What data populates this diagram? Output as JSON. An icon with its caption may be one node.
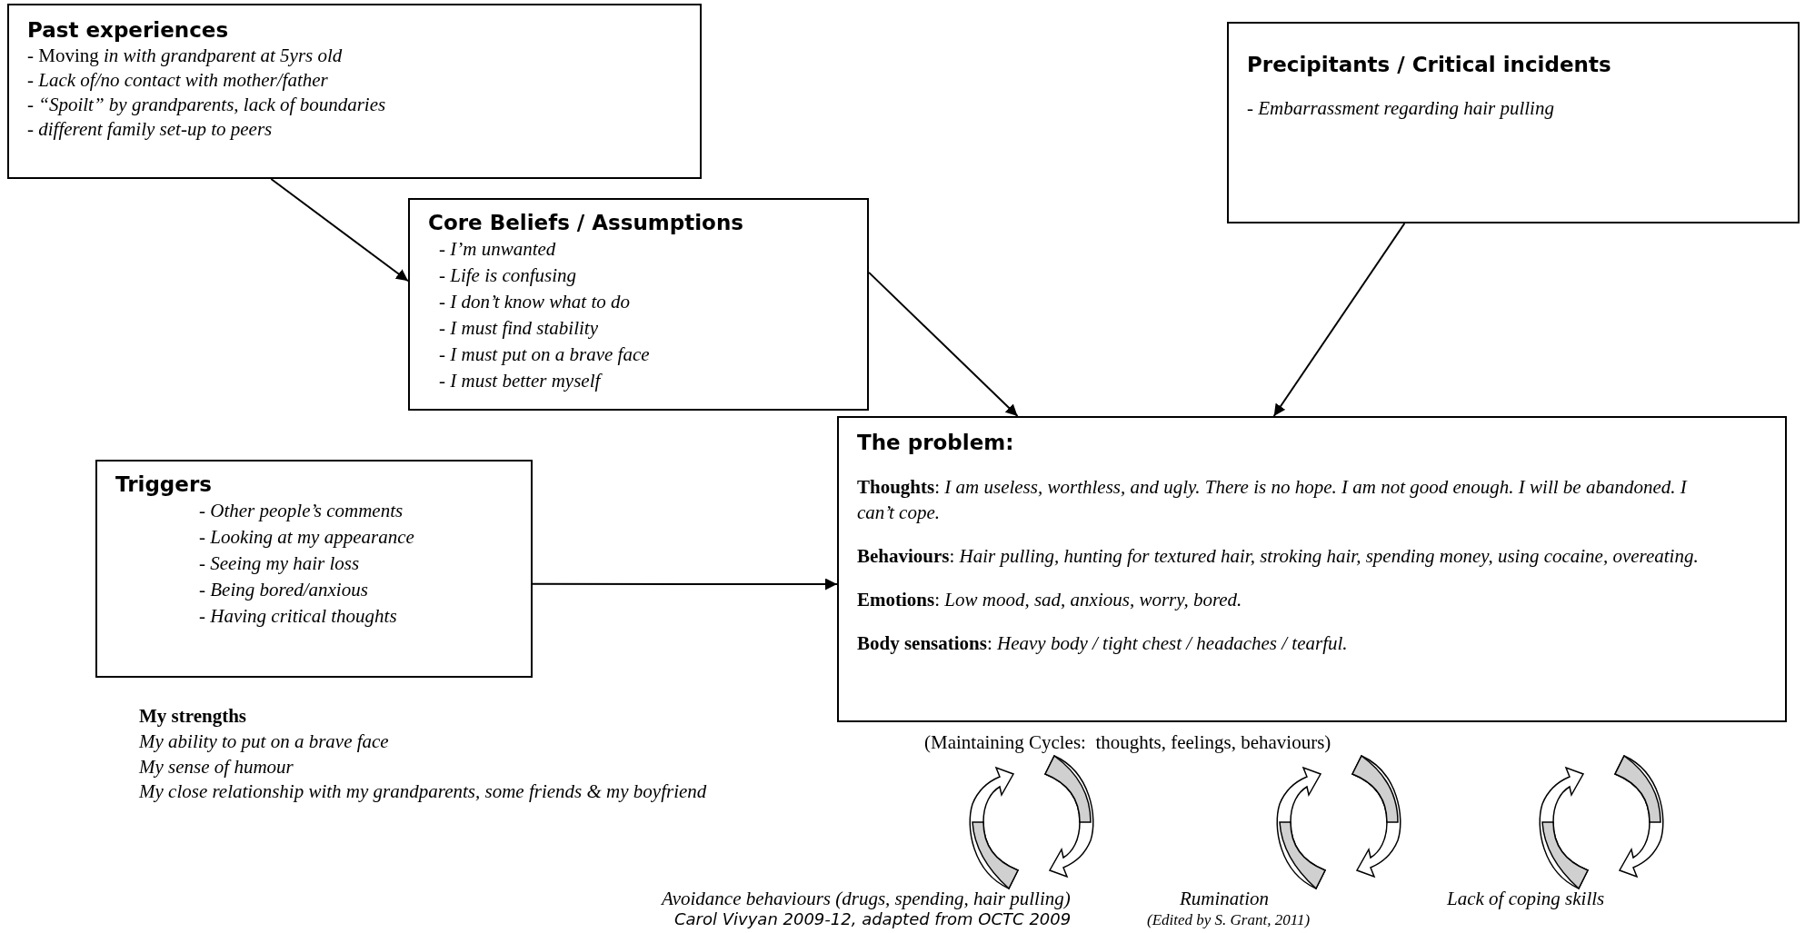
{
  "diagram": {
    "nodes": [
      {
        "text": [
          "Past experiences",
          "- Moving *in with grandparent at 5yrs old*",
          "- *Lack of/no contact with mother/father*",
          "- *“Spoilt” by grandparents, lack of boundaries*",
          "- *different family set-up to peers*"
        ]
      },
      {
        "text": [
          "Core Beliefs / Assumptions",
          "- *I’m unwanted*",
          "- *Life is confusing*",
          "- *I don’t know what to do*",
          "- *I must find stability*",
          "- *I must put on a brave face*",
          "- *I must better myself*"
        ]
      },
      {
        "text": [
          "Precipitants / Critical incidents",
          "- *Embarrassment regarding hair pulling*"
        ]
      },
      {
        "text": [
          "Triggers",
          "- *Other people’s comments*",
          "- *Looking at my appearance*",
          "- *Seeing my hair loss*",
          "- *Being bored/anxious*",
          "- *Having critical thoughts*"
        ]
      },
      {
        "text": [
          "The problem:",
          "**Thoughts**: *I am useless, worthless, and ugly. There is no hope. I am not good enough. I will be abandoned. I can’t cope.*",
          "**Behaviours**: *Hair pulling, hunting for textured hair, stroking hair, spending money, using cocaine, overeating.*",
          "**Emotions**: *Low mood, sad, anxious, worry, bored.*",
          "**Body sensations**: *Heavy body / tight chest / headaches / tearful.*"
        ]
      }
    ],
    "edges": [
      {
        "from": 0,
        "to": 1,
        "arrow": "to"
      },
      {
        "from": 1,
        "to": 4,
        "arrow": "to"
      },
      {
        "from": 2,
        "to": 4,
        "arrow": "to"
      },
      {
        "from": 3,
        "to": 4,
        "arrow": "to"
      }
    ],
    "labels": [
      "My strengths",
      "My ability to put on a brave face",
      "My sense of humour",
      "My close relationship with my grandparents, some friends & my boyfriend",
      "(Maintaining Cycles:  thoughts, feelings, behaviours)",
      "Avoidance behaviours (drugs, spending, hair pulling)",
      "Rumination",
      "Lack of coping skills",
      "Carol Vivyan 2009-12, adapted from OCTC 2009",
      "(Edited by S. Grant, 2011)"
    ]
  }
}
